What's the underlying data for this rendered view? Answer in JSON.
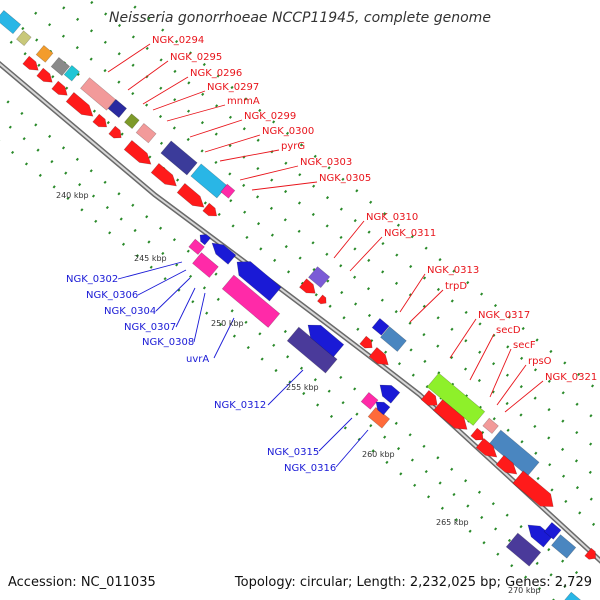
{
  "title": "Neisseria gonorrhoeae NCCP11945, complete genome",
  "footer": {
    "accession": "Accession: NC_011035",
    "summary": "Topology: circular; Length: 2,232,025 bp; Genes: 2,729"
  },
  "colors": {
    "forward_label": "#e8141b",
    "reverse_label": "#1a1ad6",
    "backbone": "#8c8c8c",
    "grid_dot": "#2a8a2a"
  },
  "tick_labels": [
    "240 kbp",
    "245 kbp",
    "250 kbp",
    "255 kbp",
    "260 kbp",
    "265 kbp",
    "270 kbp"
  ],
  "forward_labels": [
    "NGK_0294",
    "NGK_0295",
    "NGK_0296",
    "NGK_0297",
    "mnmA",
    "NGK_0299",
    "NGK_0300",
    "pyrG",
    "NGK_0303",
    "NGK_0305",
    "NGK_0310",
    "NGK_0311",
    "NGK_0313",
    "trpD",
    "NGK_0317",
    "secD",
    "secF",
    "rpsO",
    "NGK_0321"
  ],
  "reverse_labels": [
    "NGK_0302",
    "NGK_0306",
    "NGK_0304",
    "NGK_0307",
    "NGK_0308",
    "uvrA",
    "NGK_0312",
    "NGK_0315",
    "NGK_0316"
  ]
}
